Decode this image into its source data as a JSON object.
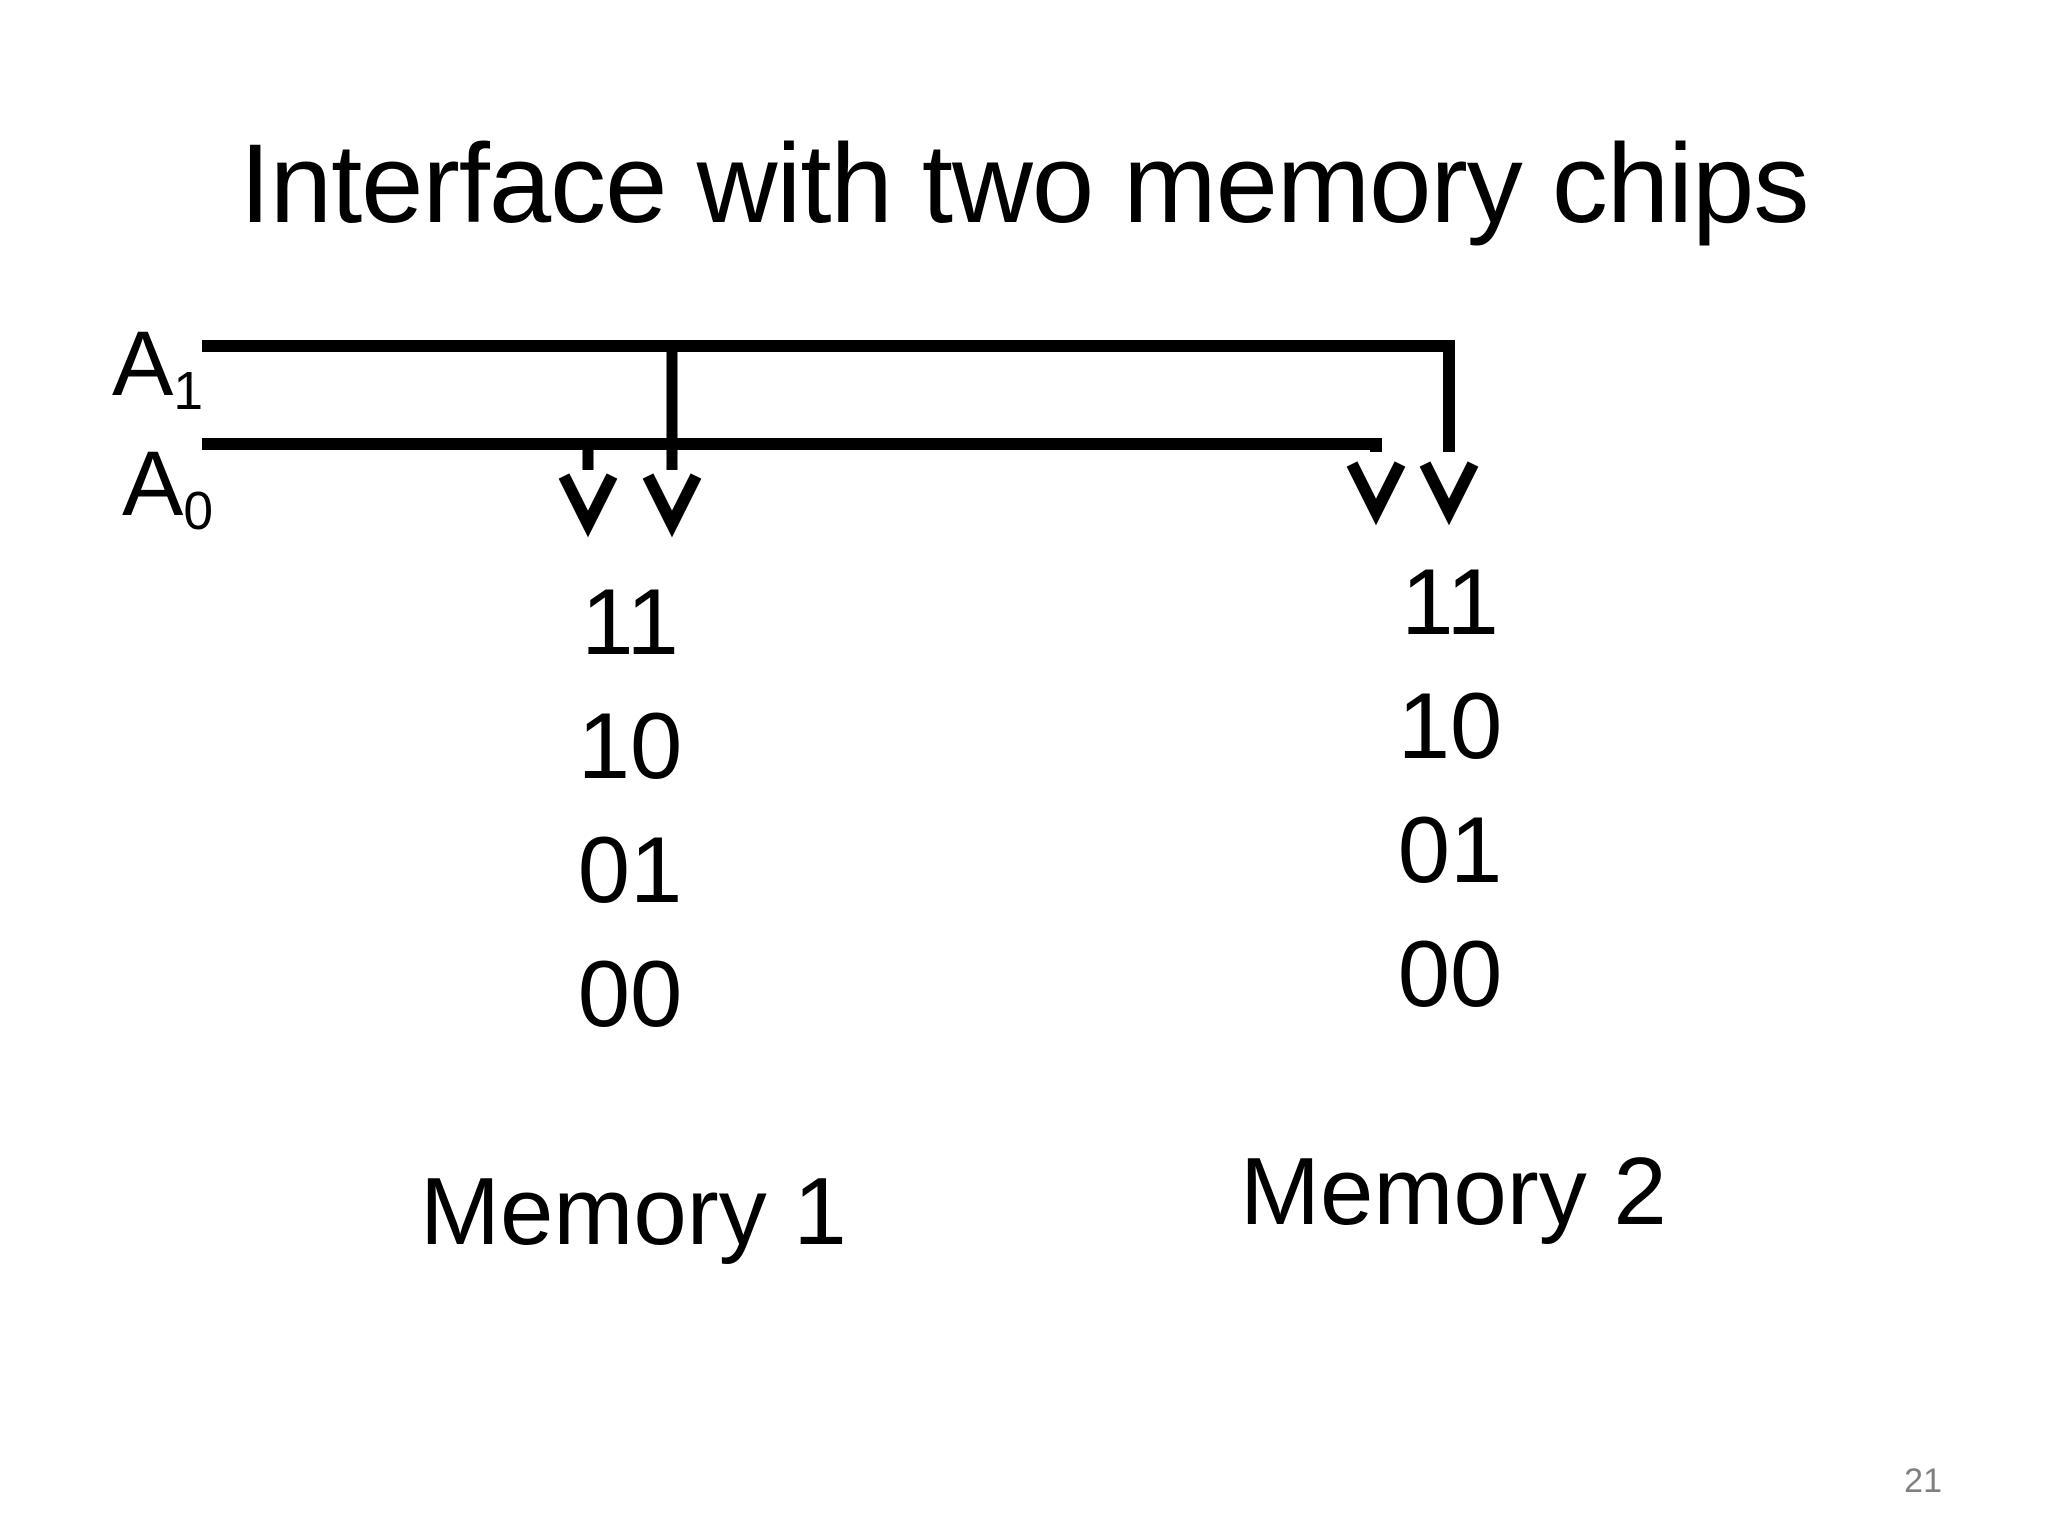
{
  "slide": {
    "title": "Interface with two memory chips",
    "page_number": "21",
    "background_color": "#ffffff",
    "ink_color": "#000000",
    "page_number_color": "#808080"
  },
  "bus": {
    "lines": [
      {
        "id": "a1",
        "label_letter": "A",
        "label_subscript": "1",
        "description": "upper address line A1"
      },
      {
        "id": "a0",
        "label_letter": "A",
        "label_subscript": "0",
        "description": "lower address line A0"
      }
    ],
    "arrows": [
      {
        "id": "a0-to-memory-1",
        "source": "a0",
        "target": "memory-1"
      },
      {
        "id": "a1-to-memory-1",
        "source": "a1",
        "target": "memory-1"
      },
      {
        "id": "a0-to-memory-2",
        "source": "a0",
        "target": "memory-2"
      },
      {
        "id": "a1-to-memory-2",
        "source": "a1",
        "target": "memory-2"
      }
    ]
  },
  "memories": [
    {
      "id": "memory-1",
      "name": "Memory 1",
      "cells": [
        "11",
        "10",
        "01",
        "00"
      ]
    },
    {
      "id": "memory-2",
      "name": "Memory 2",
      "cells": [
        "11",
        "10",
        "01",
        "00"
      ]
    }
  ]
}
